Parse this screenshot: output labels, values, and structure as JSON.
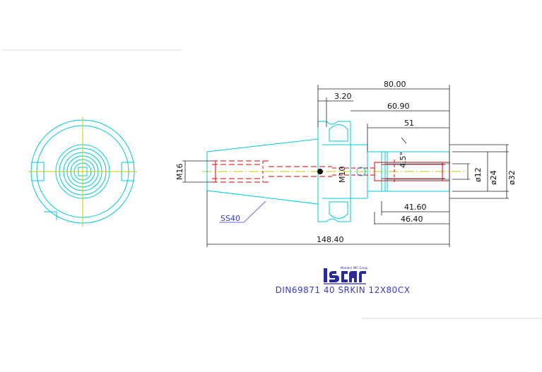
{
  "drawing": {
    "dimensions": {
      "overall_length": "148.40",
      "gauge_length": "80.00",
      "flange_offset": "3.20",
      "depth_60": "60.90",
      "depth_51": "51",
      "depth_41": "41.60",
      "depth_46": "46.40",
      "thread_left": "M16",
      "thread_center": "M10",
      "diameter_12": "ø12",
      "diameter_24": "ø24",
      "diameter_32": "ø32",
      "angle": "4.5°"
    },
    "label_ss": "SS40",
    "caption": "DIN69871  40  SRKIN  12X80CX",
    "logo": {
      "brand": "iscar",
      "tagline": "Member IMC Group"
    },
    "colors": {
      "outline": "#00c8dc",
      "hidden": "#e00000",
      "centerline": "#c8c800",
      "dimension": "#222222",
      "caption": "#3a3ad0"
    }
  }
}
